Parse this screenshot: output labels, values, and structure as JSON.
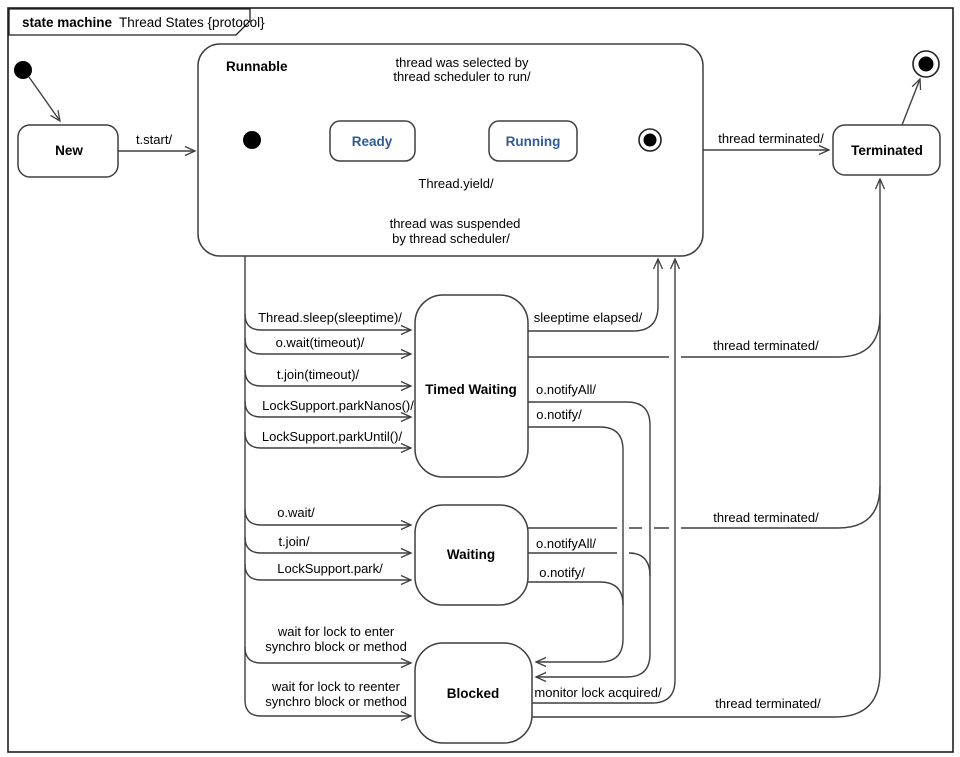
{
  "frame": {
    "type_label": "state machine",
    "title": "Thread States {protocol}"
  },
  "states": {
    "new": "New",
    "runnable": "Runnable",
    "ready": "Ready",
    "running": "Running",
    "terminated": "Terminated",
    "timed_waiting": "Timed Waiting",
    "waiting": "Waiting",
    "blocked": "Blocked"
  },
  "transitions": {
    "t_start": "t.start/",
    "selected_1": "thread was selected by",
    "selected_2": "thread scheduler to run/",
    "yield": "Thread.yield/",
    "suspended_1": "thread was suspended",
    "suspended_2": "by thread scheduler/",
    "runnable_terminated": "thread terminated/",
    "sleep": "Thread.sleep(sleeptime)/",
    "wait_timeout": "o.wait(timeout)/",
    "join_timeout": "t.join(timeout)/",
    "park_nanos": "LockSupport.parkNanos()/",
    "park_until": "LockSupport.parkUntil()/",
    "sleeptime_elapsed": "sleeptime elapsed/",
    "tw_terminated": "thread terminated/",
    "tw_notify_all": "o.notifyAll/",
    "tw_notify": "o.notify/",
    "o_wait": "o.wait/",
    "t_join": "t.join/",
    "lock_park": "LockSupport.park/",
    "waiting_terminated": "thread terminated/",
    "w_notify_all": "o.notifyAll/",
    "w_notify": "o.notify/",
    "lock_enter_1": "wait for lock to enter",
    "lock_enter_2": "synchro block or method",
    "lock_reenter_1": "wait for lock to reenter",
    "lock_reenter_2": "synchro block or method",
    "monitor_lock": "monitor lock acquired/",
    "blocked_terminated": "thread terminated/"
  },
  "colors": {
    "line": "#3f3f3f",
    "state_border": "#3f3f3f",
    "state_fill": "#ffffff",
    "substate_text": "#2f5b9d",
    "text": "#000000",
    "background": "#ffffff"
  }
}
